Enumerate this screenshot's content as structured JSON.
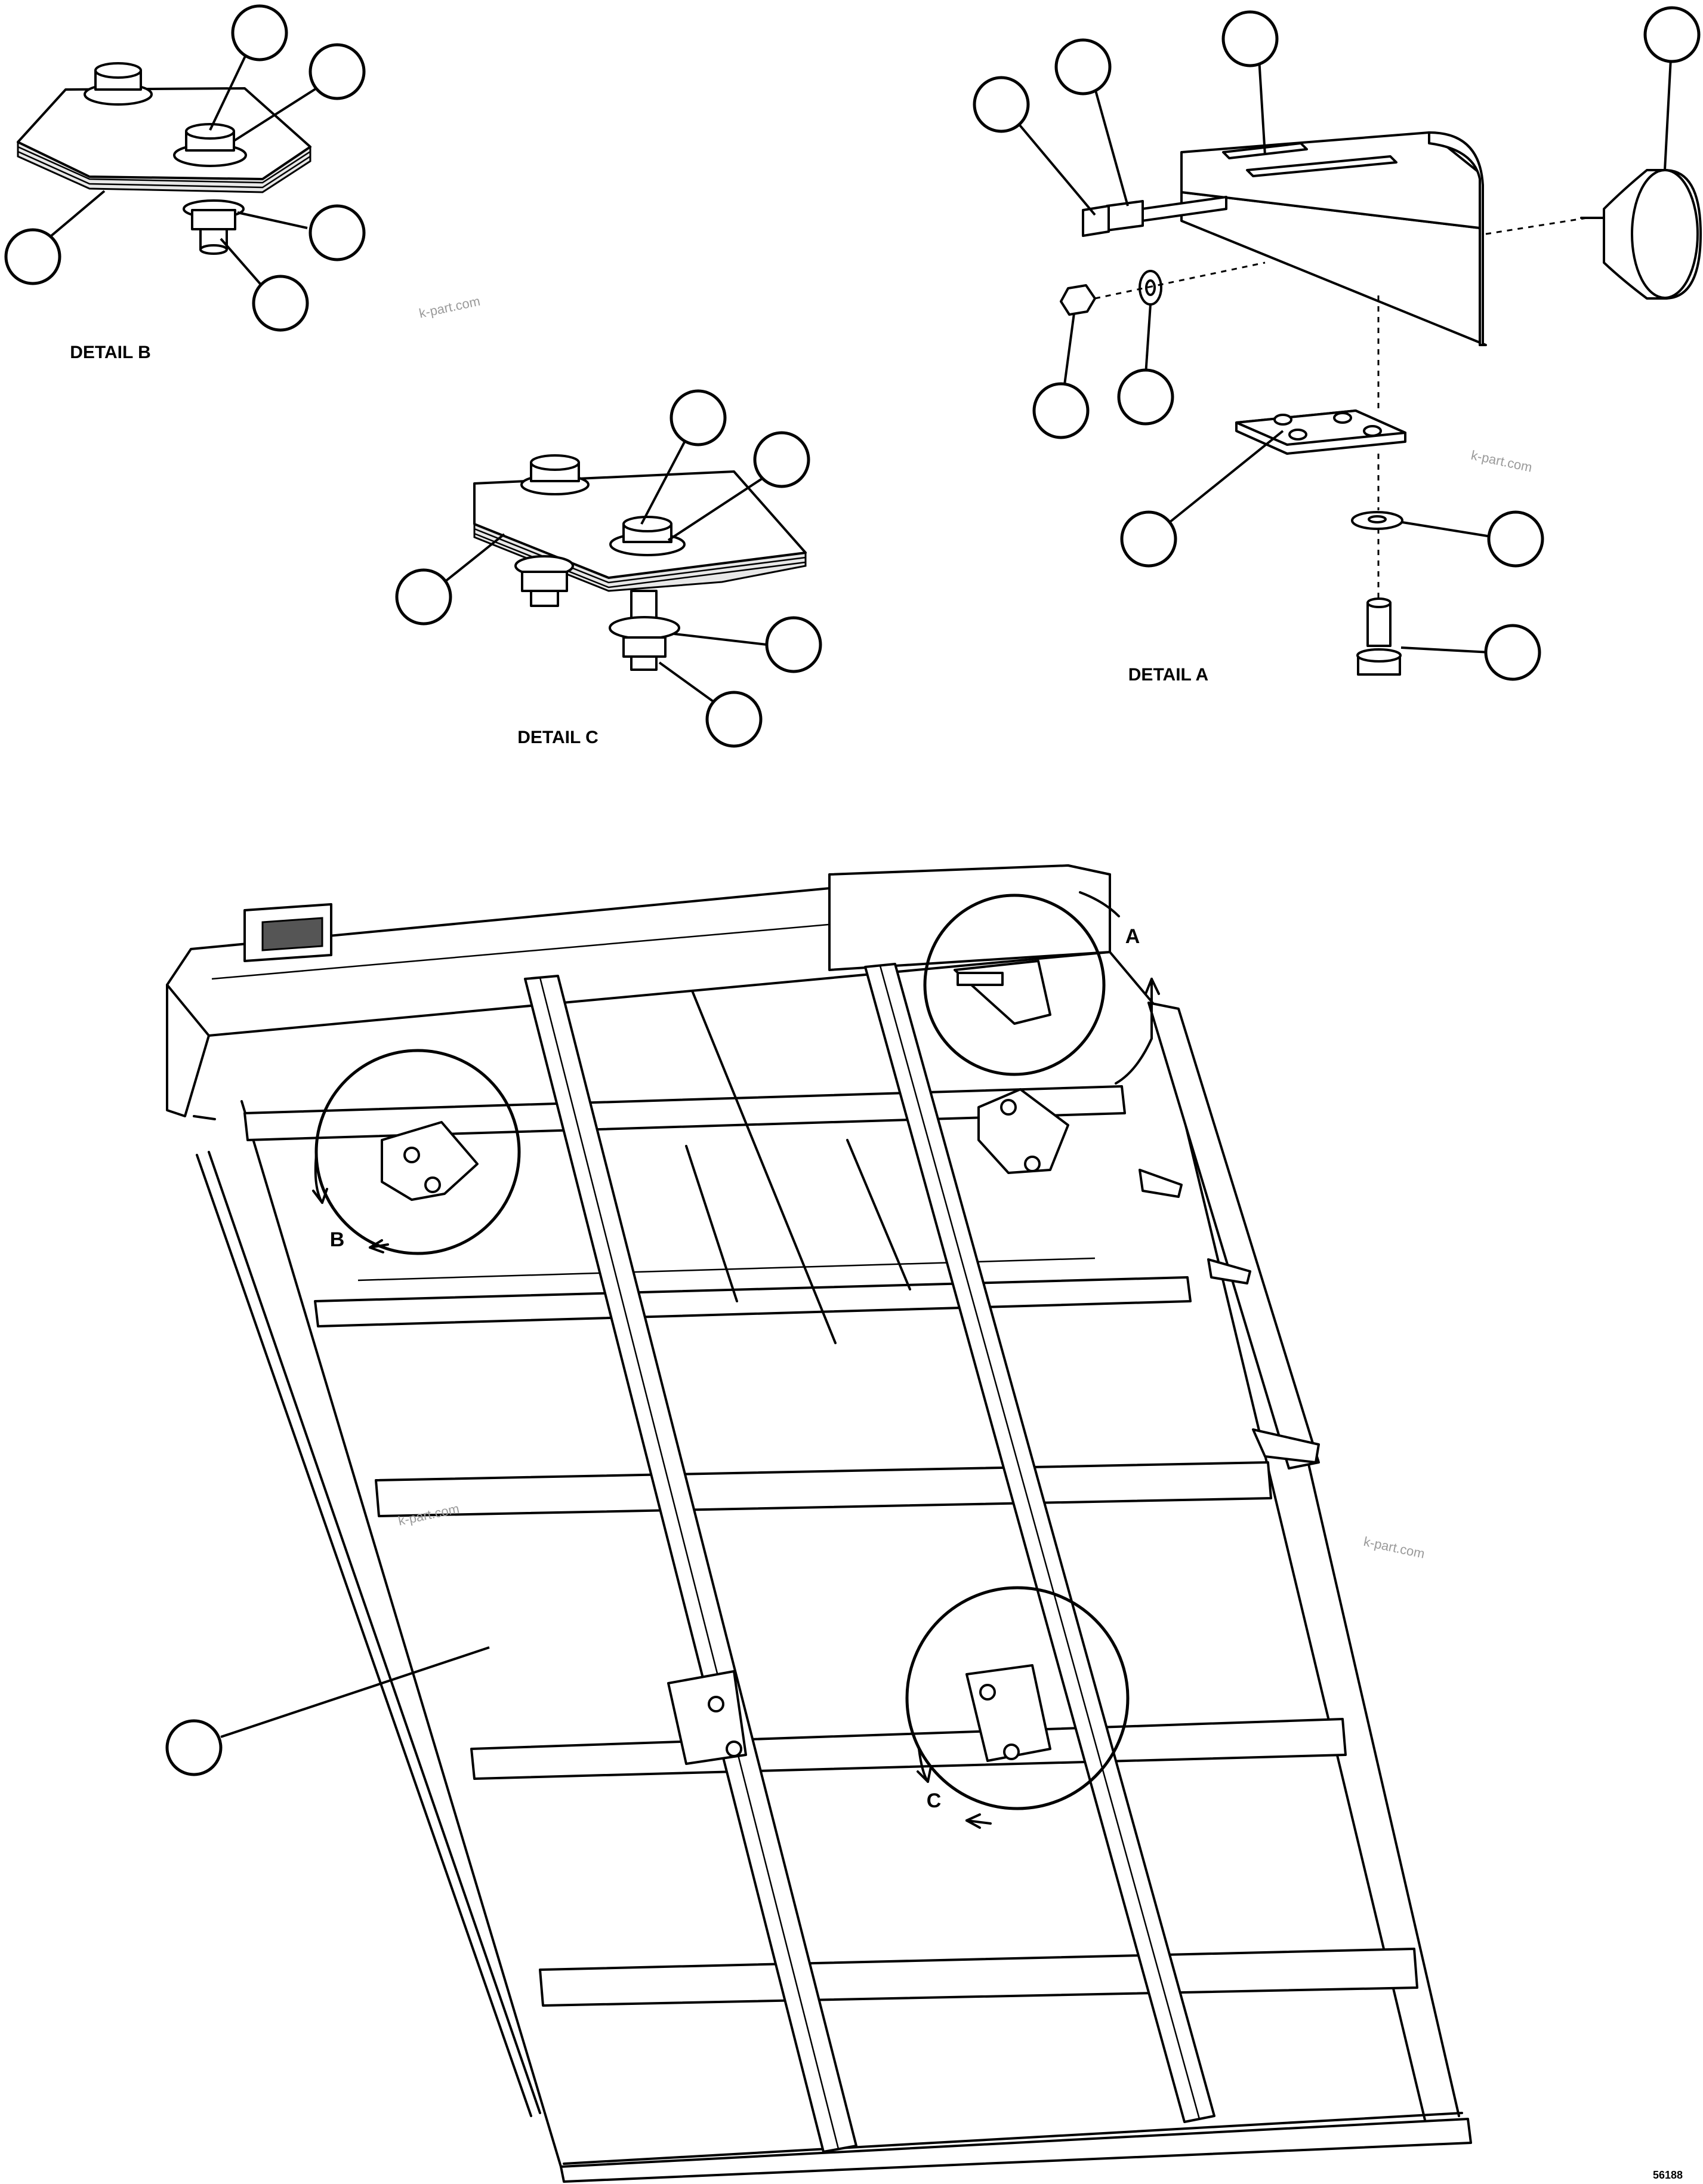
{
  "details": {
    "a_title": "DETAIL A",
    "b_title": "DETAIL B",
    "c_title": "DETAIL C"
  },
  "view_markers": {
    "a": "A",
    "b": "B",
    "c": "C"
  },
  "watermark": "k-part.com",
  "drawing_number": "56188"
}
